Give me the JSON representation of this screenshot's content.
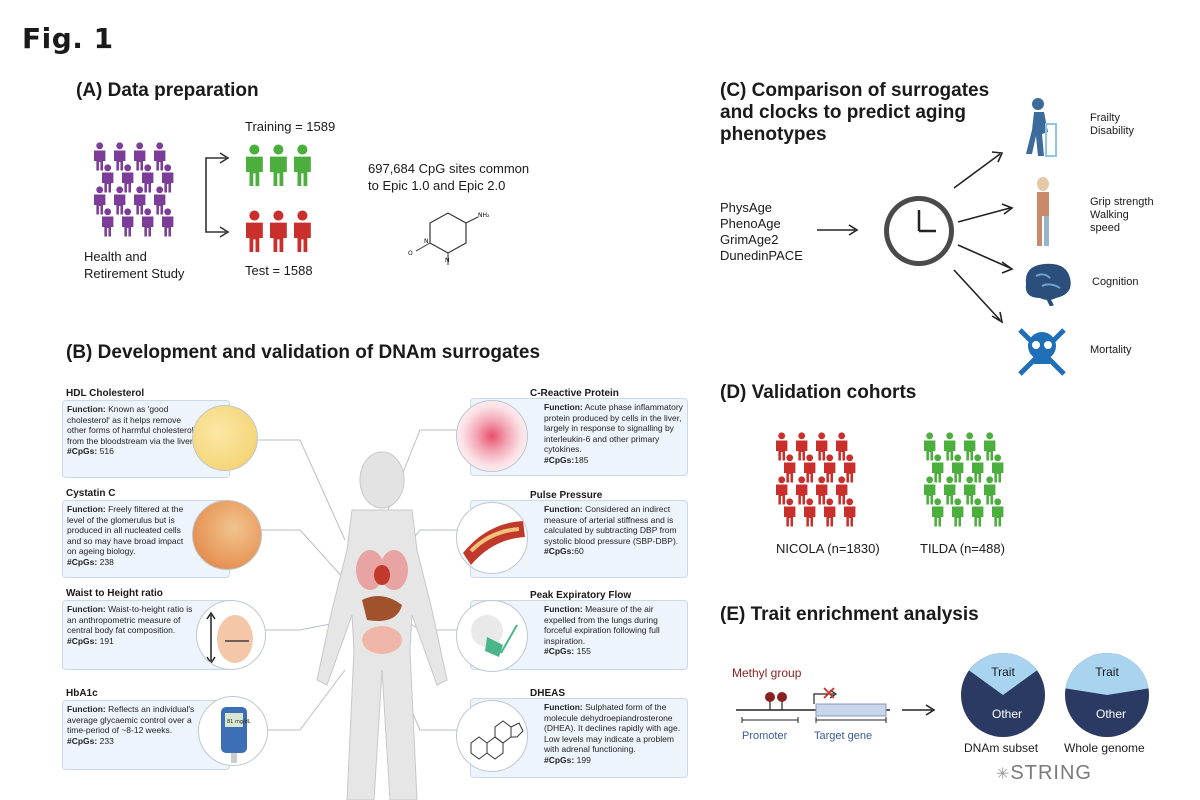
{
  "figure_label": "Fig. 1",
  "panelA": {
    "title": "(A) Data preparation",
    "source_label": "Health and\nRetirement Study",
    "training_label": "Training = 1589",
    "test_label": "Test = 1588",
    "cpg_text": "697,684 CpG sites common\nto Epic 1.0 and Epic 2.0",
    "molecule_labels": [
      "NH₂",
      "O",
      "N",
      "N"
    ]
  },
  "panelB": {
    "title": "(B) Development and validation of DNAm surrogates",
    "left_cards": [
      {
        "title": "HDL Cholesterol",
        "function": "Known as 'good cholesterol' as it helps remove other forms of harmful cholesterol from the bloodstream via the liver.",
        "cpgs": "516"
      },
      {
        "title": "Cystatin C",
        "function": "Freely filtered at the level of the glomerulus but is produced in all nucleated cells and so may have broad impact on ageing biology.",
        "cpgs": "238"
      },
      {
        "title": "Waist to Height ratio",
        "function": "Waist-to-height ratio is an anthropometric measure of central body fat composition.",
        "cpgs": "191"
      },
      {
        "title": "HbA1c",
        "function": "Reflects an individual's average glycaemic control over a time-period of ~8-12 weeks.",
        "cpgs": "233"
      }
    ],
    "right_cards": [
      {
        "title": "C-Reactive Protein",
        "function": "Acute phase inflammatory protein produced by cells in the liver, largely in response to signalling by interleukin-6 and other primary cytokines.",
        "cpgs": "185"
      },
      {
        "title": "Pulse Pressure",
        "function": "Considered an indirect measure of arterial stiffness and is calculated by subtracting DBP from systolic blood pressure (SBP-DBP).",
        "cpgs": "60"
      },
      {
        "title": "Peak Expiratory Flow",
        "function": "Measure of the air expelled from the lungs during forceful expiration following full inspiration.",
        "cpgs": "155"
      },
      {
        "title": "DHEAS",
        "function": "Sulphated form of the molecule dehydroepiandrosterone (DHEA). It declines rapidly with age. Low levels may indicate a problem with adrenal functioning.",
        "cpgs": "199"
      }
    ],
    "function_prefix": "Function:",
    "cpgs_prefix": "#CpGs:",
    "glucometer_reading": "81 mg/dL"
  },
  "panelC": {
    "title": "(C) Comparison of surrogates\nand clocks to predict aging\nphenotypes",
    "clocks": [
      "PhysAge",
      "PhenoAge",
      "GrimAge2",
      "DunedinPACE"
    ],
    "outcomes": [
      "Frailty\nDisability",
      "Grip strength\nWalking\nspeed",
      "Cognition",
      "Mortality"
    ]
  },
  "panelD": {
    "title": "(D) Validation cohorts",
    "cohorts": [
      {
        "label": "NICOLA (n=1830)",
        "color": "#c9302c"
      },
      {
        "label": "TILDA (n=488)",
        "color": "#4cae3c"
      }
    ]
  },
  "panelE": {
    "title": "(E) Trait enrichment analysis",
    "methyl_label": "Methyl group",
    "promoter_label": "Promoter",
    "target_label": "Target gene",
    "pies": [
      {
        "label": "DNAm subset",
        "trait_label": "Trait",
        "other_label": "Other",
        "trait_fraction": 0.3
      },
      {
        "label": "Whole genome",
        "trait_label": "Trait",
        "other_label": "Other",
        "trait_fraction": 0.45
      }
    ],
    "string_label": "STRING"
  },
  "colors": {
    "purple": "#7b3d97",
    "green": "#4cae3c",
    "red": "#c9302c",
    "navy": "#2b3a63",
    "lightblue": "#a9d4ef",
    "methyl": "#8a2020"
  }
}
